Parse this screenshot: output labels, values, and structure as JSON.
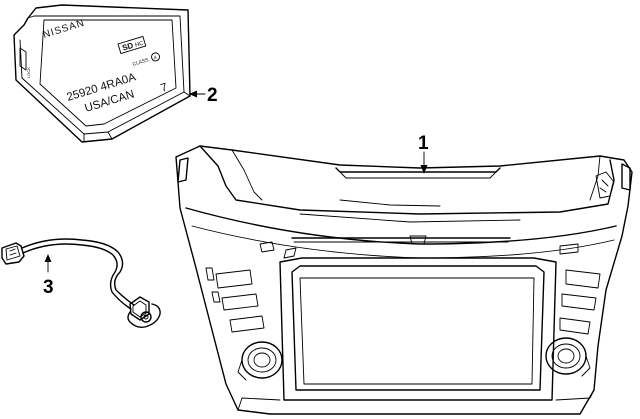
{
  "callouts": [
    "1",
    "2",
    "3"
  ],
  "parts": {
    "sd_card": {
      "brand": "NISSAN",
      "logo_text": "SD",
      "logo_sub": "HC",
      "class_text": "CLASS",
      "class_number": "4",
      "part_number": "25920 4RA0A",
      "region": "USA/CAN",
      "revision": "7",
      "lock_text": "LOCK"
    },
    "head_unit": {
      "icon": "radio-head-unit-icon"
    },
    "harness": {
      "icon": "wire-harness-icon"
    }
  }
}
